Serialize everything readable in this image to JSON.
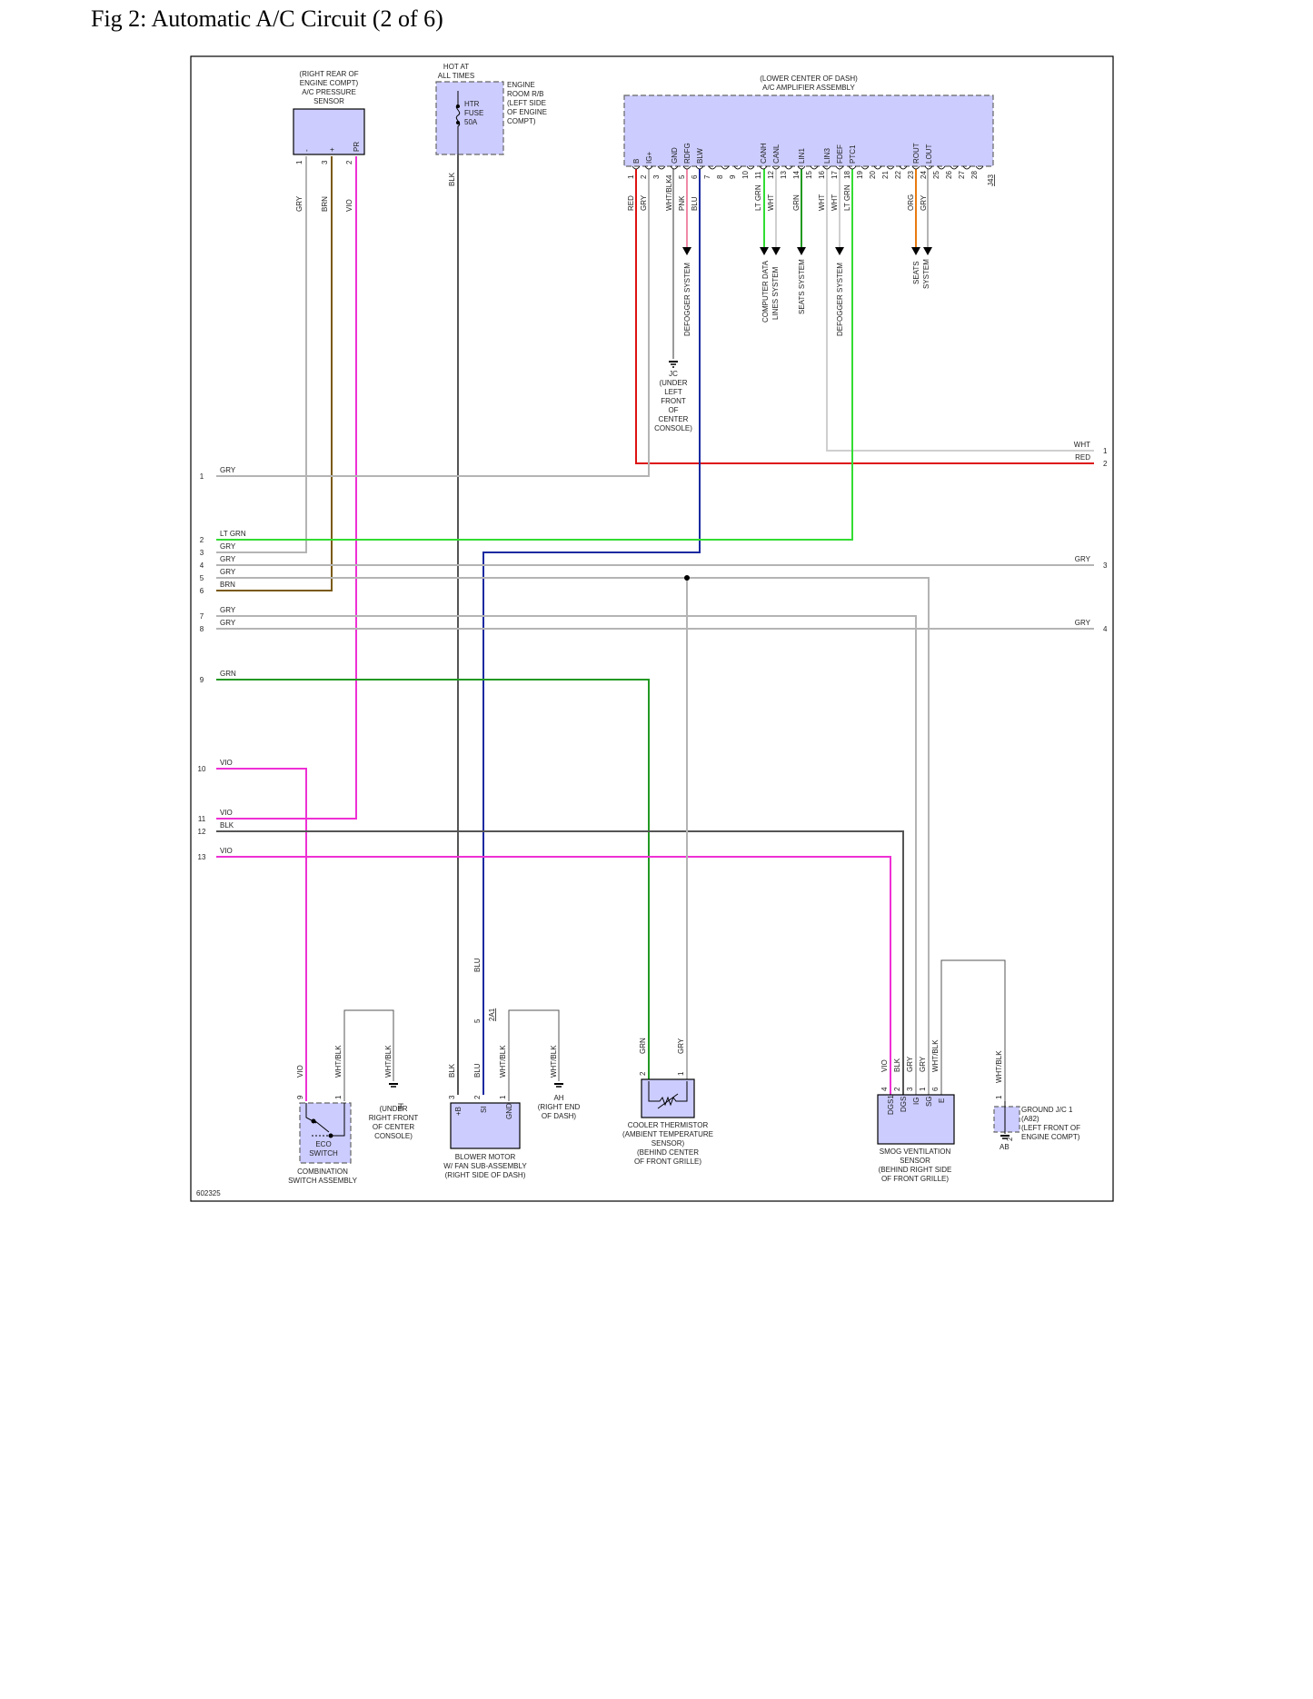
{
  "figure": {
    "title": "Fig 2: Automatic A/C Circuit (2 of 6)",
    "code": "602325"
  },
  "colors": {
    "GRY": "#b4b4b4",
    "BRN": "#7a5a10",
    "VIO": "#ee30d4",
    "BLK": "#555555",
    "RED": "#dd1111",
    "PNK": "#f08aa8",
    "BLU": "#1a2aa0",
    "LT GRN": "#33dd33",
    "WHT": "#cfcfcf",
    "GRN": "#229922",
    "ORG": "#e87a10",
    "WHT/BLK": "#9a9a9a",
    "component": "#ccccff"
  },
  "components": {
    "pressure_sensor": {
      "lines": [
        "(RIGHT REAR OF",
        "ENGINE COMPT)",
        "A/C PRESSURE",
        "SENSOR"
      ],
      "pin_labels": [
        "-",
        "+",
        "PR"
      ],
      "pins": [
        "1",
        "3",
        "2"
      ],
      "wires": [
        "GRY",
        "BRN",
        "VIO"
      ]
    },
    "fuse": {
      "hot": [
        "HOT AT",
        "ALL TIMES"
      ],
      "name": [
        "HTR",
        "FUSE",
        "50A"
      ],
      "location": [
        "ENGINE",
        "ROOM R/B",
        "(LEFT SIDE",
        "OF ENGINE",
        "COMPT)"
      ],
      "wire": "BLK"
    },
    "amplifier": {
      "lines": [
        "(LOWER CENTER OF DASH)",
        "A/C AMPLIFIER ASSEMBLY"
      ],
      "connector": "J43",
      "pin_labels": [
        "B",
        "IG+",
        "",
        "GND",
        "RDFG",
        "BLW",
        "",
        "",
        "",
        "",
        "CANH",
        "CANL",
        "",
        "LIN1",
        "",
        "LIN3",
        "FDEF",
        "PTC1",
        "",
        "",
        "",
        "",
        "ROUT",
        "LOUT",
        "",
        "",
        "",
        ""
      ],
      "wires": [
        "RED",
        "GRY",
        "",
        "WHT/BLK",
        "PNK",
        "BLU",
        "",
        "",
        "",
        "",
        "LT GRN",
        "WHT",
        "",
        "GRN",
        "",
        "WHT",
        "WHT",
        "LT GRN",
        "",
        "",
        "",
        "",
        "ORG",
        "GRY",
        "",
        "",
        "",
        ""
      ]
    },
    "systems": {
      "defogger": "DEFOGGER SYSTEM",
      "computer_data": "COMPUTER DATA",
      "lines_system": "LINES SYSTEM",
      "seats": "SEATS SYSTEM",
      "seats_a": "SEATS",
      "seats_b": "SYSTEM"
    },
    "ground_jc": [
      "JC",
      "(UNDER",
      "LEFT",
      "FRONT",
      "OF",
      "CENTER",
      "CONSOLE)"
    ],
    "combination_switch": {
      "name": [
        "ECO",
        "SWITCH"
      ],
      "assembly": [
        "COMBINATION",
        "SWITCH ASSEMBLY"
      ],
      "pins": [
        "9",
        "1"
      ],
      "wires": [
        "VIO",
        "WHT/BLK"
      ]
    },
    "ground_hi": {
      "wire": "WHT/BLK",
      "code": "HI",
      "lines": [
        "(UNDER",
        "RIGHT FRONT",
        "OF CENTER",
        "CONSOLE)"
      ]
    },
    "blower": {
      "pins": [
        "3",
        "2",
        "1"
      ],
      "pin_labels": [
        "+B",
        "SI",
        "GND"
      ],
      "wires": [
        "BLK",
        "BLU",
        "WHT/BLK"
      ],
      "lines": [
        "BLOWER MOTOR",
        "W/ FAN SUB-ASSEMBLY",
        "(RIGHT SIDE OF DASH)"
      ],
      "connector_pin": "5",
      "connector": "2A1",
      "mid_wire": "BLU"
    },
    "ground_ah": {
      "wire": "WHT/BLK",
      "lines": [
        "AH",
        "(RIGHT END",
        "OF DASH)"
      ]
    },
    "thermistor": {
      "pins": [
        "2",
        "1"
      ],
      "wires": [
        "GRN",
        "GRY"
      ],
      "lines": [
        "COOLER THERMISTOR",
        "(AMBIENT TEMPERATURE",
        "SENSOR)",
        "(BEHIND CENTER",
        "OF FRONT GRILLE)"
      ]
    },
    "smog": {
      "pins": [
        "4",
        "2",
        "3",
        "1",
        "6"
      ],
      "pin_labels": [
        "DGS1",
        "DGS",
        "IG",
        "SG",
        "E"
      ],
      "wires": [
        "VIO",
        "BLK",
        "GRY",
        "GRY",
        "WHT/BLK"
      ],
      "lines": [
        "SMOG VENTILATION",
        "SENSOR",
        "(BEHIND RIGHT SIDE",
        "OF FRONT GRILLE)"
      ]
    },
    "ground_jc1": {
      "pin": "1",
      "pin_b": "2",
      "wire": "WHT/BLK",
      "code": "AB",
      "lines": [
        "GROUND J/C 1",
        "(A82)",
        "(LEFT FRONT OF",
        "ENGINE COMPT)"
      ]
    }
  },
  "harness_left": [
    {
      "n": "1",
      "w": "GRY"
    },
    {
      "n": "2",
      "w": "LT GRN"
    },
    {
      "n": "3",
      "w": "GRY"
    },
    {
      "n": "4",
      "w": "GRY"
    },
    {
      "n": "5",
      "w": "GRY"
    },
    {
      "n": "6",
      "w": "BRN"
    },
    {
      "n": "7",
      "w": "GRY"
    },
    {
      "n": "8",
      "w": "GRY"
    },
    {
      "n": "9",
      "w": "GRN"
    },
    {
      "n": "10",
      "w": "VIO"
    },
    {
      "n": "11",
      "w": "VIO"
    },
    {
      "n": "12",
      "w": "BLK"
    },
    {
      "n": "13",
      "w": "VIO"
    }
  ],
  "harness_right": [
    {
      "n": "1",
      "w": "WHT"
    },
    {
      "n": "2",
      "w": "RED"
    },
    {
      "n": "3",
      "w": "GRY"
    },
    {
      "n": "4",
      "w": "GRY"
    }
  ]
}
